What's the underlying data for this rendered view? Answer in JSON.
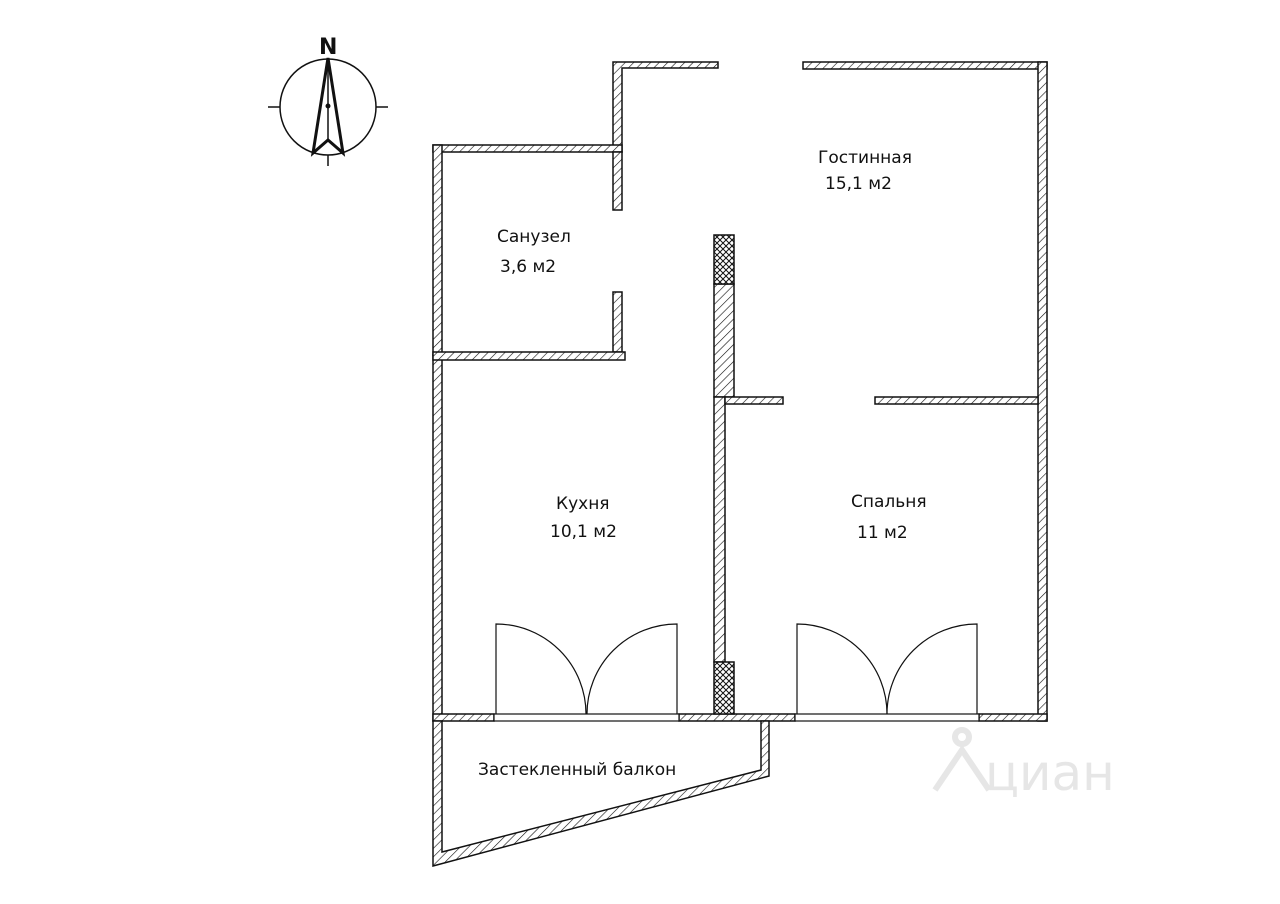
{
  "compass": {
    "letter": "N",
    "icon": "north-arrow-icon"
  },
  "rooms": {
    "living": {
      "name": "Гостинная",
      "area": "15,1 м2"
    },
    "bathroom": {
      "name": "Санузел",
      "area": "3,6 м2"
    },
    "kitchen": {
      "name": "Кухня",
      "area": "10,1 м2"
    },
    "bedroom": {
      "name": "Спальня",
      "area": "11 м2"
    },
    "balcony": {
      "name": "Застекленный балкон"
    }
  },
  "watermark": {
    "text": "циан",
    "icon": "cian-logo-icon"
  },
  "colors": {
    "wall": "#111111",
    "watermark": "#e6e6e6"
  }
}
